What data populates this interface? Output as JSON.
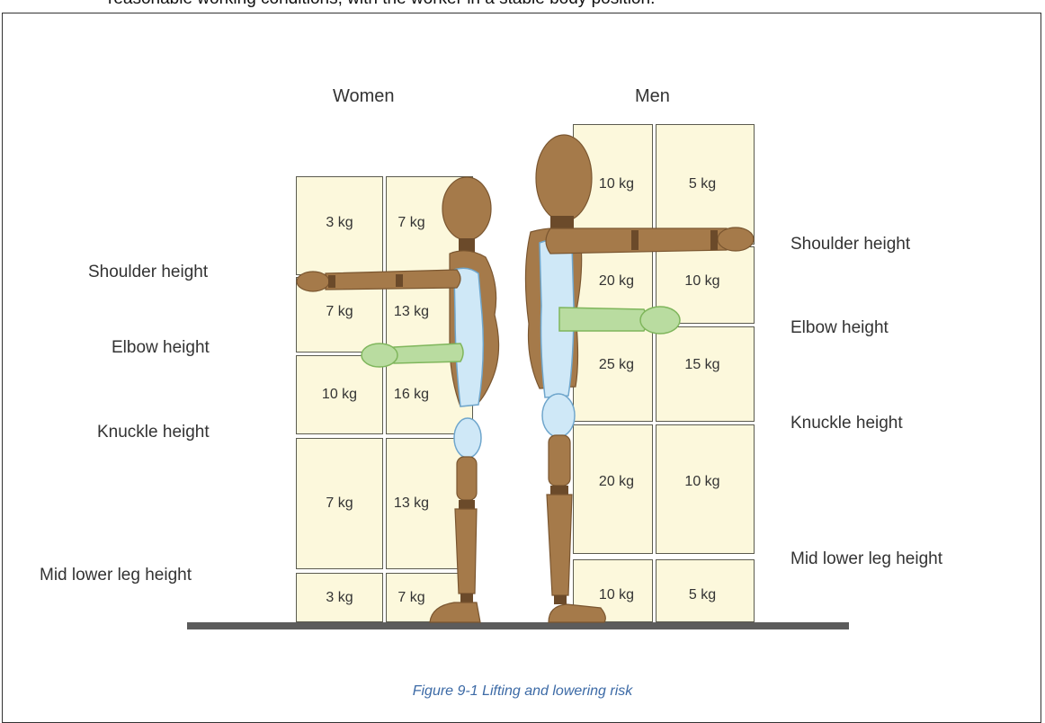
{
  "top_text": "reasonable working conditions, with the worker in a stable body position.",
  "headers": {
    "women": "Women",
    "men": "Men"
  },
  "left_labels": {
    "shoulder": "Shoulder height",
    "elbow": "Elbow height",
    "knuckle": "Knuckle height",
    "mid_lower_leg": "Mid lower leg height"
  },
  "right_labels": {
    "shoulder": "Shoulder height",
    "elbow": "Elbow height",
    "knuckle": "Knuckle height",
    "mid_lower_leg": "Mid lower leg height"
  },
  "women": {
    "col1": [
      "3 kg",
      "7 kg",
      "10 kg",
      "7 kg",
      "3 kg"
    ],
    "col2": [
      "7 kg",
      "13 kg",
      "16 kg",
      "13 kg",
      "7 kg"
    ]
  },
  "men": {
    "col1": [
      "10 kg",
      "20 kg",
      "25 kg",
      "20 kg",
      "10 kg"
    ],
    "col2": [
      "5 kg",
      "10 kg",
      "15 kg",
      "10 kg",
      "5 kg"
    ]
  },
  "caption": "Figure 9-1 Lifting and lowering risk",
  "colors": {
    "box_fill": "#fcf8dc",
    "mannequin": "#a57a4a",
    "torso": "#cfe8f7",
    "forearm": "#b9dca0",
    "caption": "#3c6aa6"
  }
}
